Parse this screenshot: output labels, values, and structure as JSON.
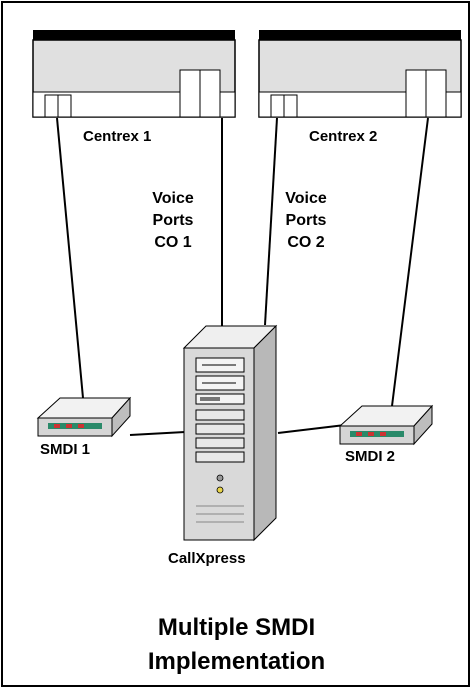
{
  "centrex": [
    {
      "label": "Centrex  1"
    },
    {
      "label": "Centrex  2"
    }
  ],
  "voice_ports": [
    {
      "line1": "Voice",
      "line2": "Ports",
      "line3": "CO 1"
    },
    {
      "line1": "Voice",
      "line2": "Ports",
      "line3": "CO 2"
    }
  ],
  "smdi": [
    {
      "label": "SMDI 1"
    },
    {
      "label": "SMDI 2"
    }
  ],
  "server": {
    "label": "CallXpress"
  },
  "title": {
    "line1": "Multiple SMDI",
    "line2": "Implementation"
  },
  "colors": {
    "switch_body": "#e0e0e0",
    "switch_top": "#000000",
    "server_body": "#d9d9d9",
    "modem_body": "#e6e6e6",
    "modem_leds": "#2a8a6a"
  }
}
